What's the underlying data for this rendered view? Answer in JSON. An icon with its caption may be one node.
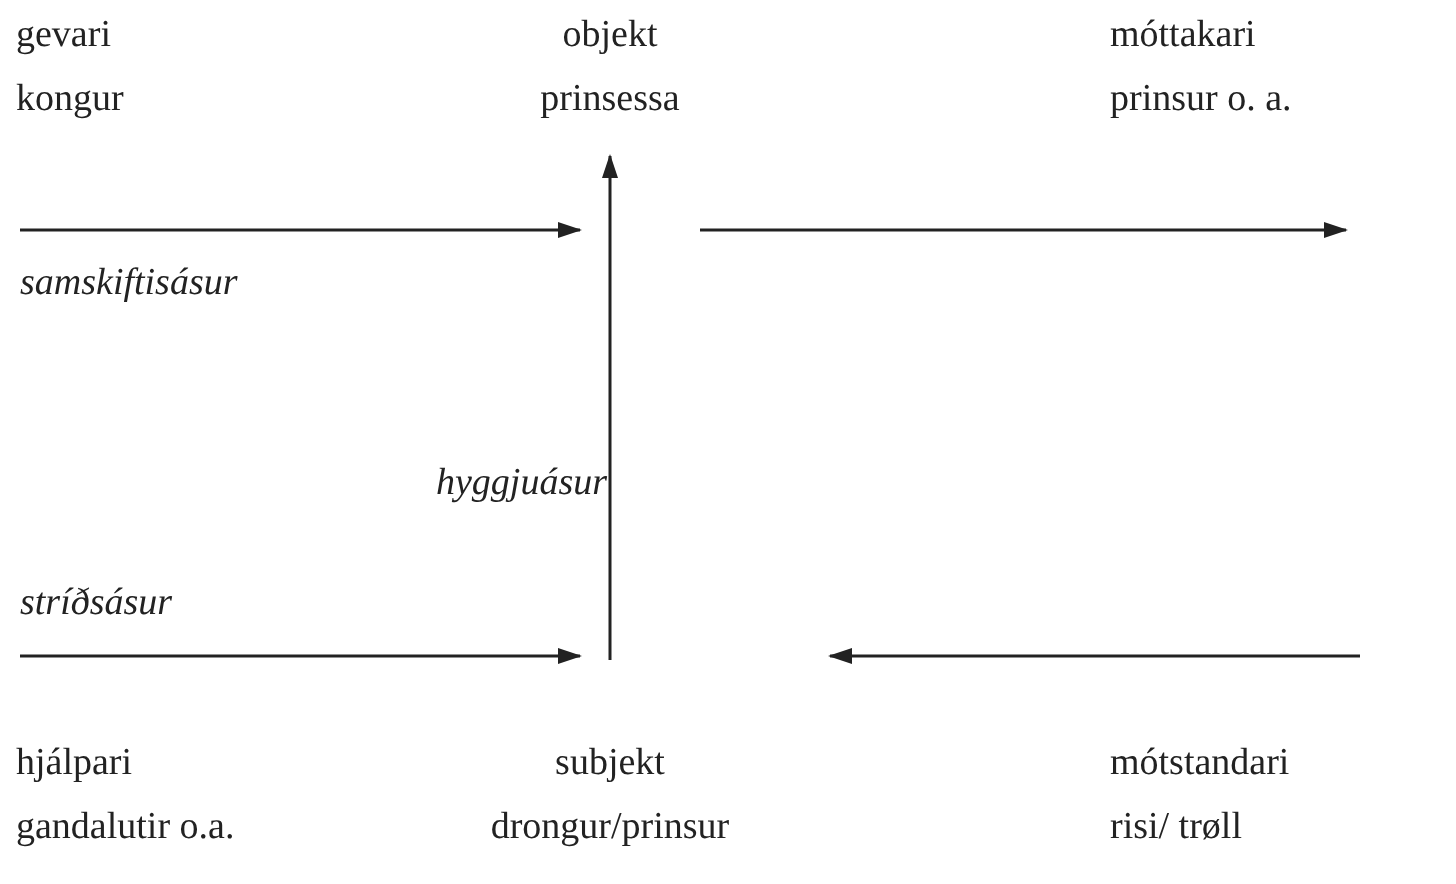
{
  "diagram": {
    "nodes": [
      {
        "text": [
          "gevari",
          "kongur"
        ]
      },
      {
        "text": [
          "objekt",
          "prinsessa"
        ]
      },
      {
        "text": [
          "móttakari",
          "prinsur o. a."
        ]
      },
      {
        "text": [
          "hjálpari",
          "gandalutir o.a."
        ]
      },
      {
        "text": [
          "subjekt",
          "drongur/prinsur"
        ]
      },
      {
        "text": [
          "mótstandari",
          "risi/ trøll"
        ]
      }
    ],
    "edges": [
      {
        "from": 0,
        "to": 1,
        "arrow": "to"
      },
      {
        "from": 1,
        "to": 2,
        "arrow": "to"
      },
      {
        "from": 4,
        "to": 1,
        "arrow": "to"
      },
      {
        "from": 3,
        "to": 4,
        "arrow": "to"
      },
      {
        "from": 5,
        "to": 4,
        "arrow": "to"
      }
    ],
    "labels": [
      "samskiftisásur",
      "hyggjuásur",
      "stríðsásur"
    ]
  }
}
